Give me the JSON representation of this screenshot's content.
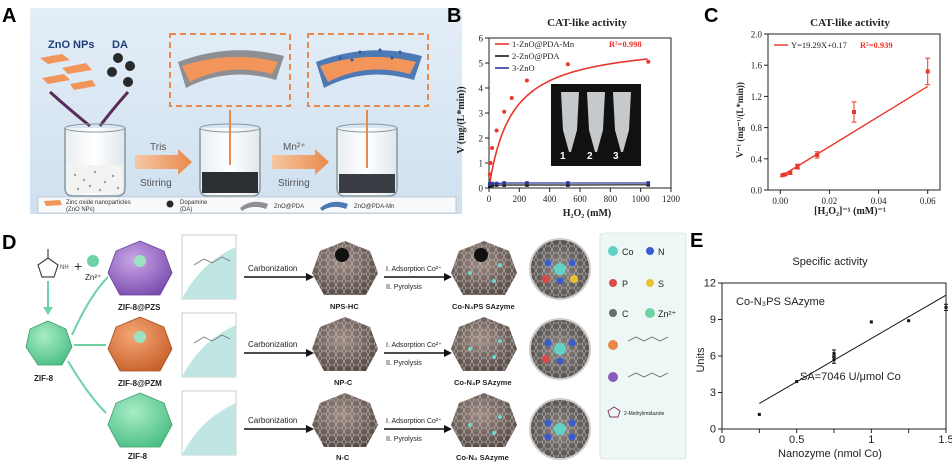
{
  "panels": {
    "A": {
      "letter": "A",
      "zno_label": "ZnO NPs",
      "da_label": "DA",
      "step1_reagent": "Tris",
      "step1_action": "Stirring",
      "step2_reagent": "Mn²⁺",
      "step2_action": "Stirring",
      "legend": [
        {
          "name": "Zinc oxide nanoparticles (ZnO NPs)",
          "line1": "Zinc oxide nanoparticles",
          "line2": "(ZnO NPs)"
        },
        {
          "name": "Dopamine (DA)",
          "line1": "Dopamine",
          "line2": "(DA)"
        },
        {
          "name": "ZnO@PDA",
          "line1": "ZnO@PDA",
          "line2": ""
        },
        {
          "name": "ZnO@PDA-Mn",
          "line1": "ZnO@PDA-Mn",
          "line2": ""
        }
      ]
    },
    "B": {
      "letter": "B",
      "photo_labels": [
        "1",
        "2",
        "3"
      ]
    },
    "C": {
      "letter": "C"
    },
    "D": {
      "letter": "D",
      "zn_label": "Zn²⁺",
      "zif8_label": "ZIF-8",
      "frameworks": [
        "ZIF-8@PZS",
        "ZIF-8@PZM",
        "ZIF-8"
      ],
      "carbonization": "Carbonization",
      "step_adsorption": "I. Adsorption Co²⁺",
      "step_pyrolysis": "II. Pyrolysis",
      "carbons": [
        "NPS-HC",
        "NP-C",
        "N-C"
      ],
      "products": [
        "Co-N₃PS SAzyme",
        "Co-N₃P SAzyme",
        "Co-N₄ SAzyme"
      ],
      "legend_elements": [
        "Co",
        "N",
        "P",
        "S",
        "C",
        "Zn²⁺"
      ],
      "legend_methylimidazole": "2-Methylimidazole"
    },
    "E": {
      "letter": "E"
    }
  },
  "chart_data": [
    {
      "id": "B",
      "type": "line",
      "title": "CAT-like activity",
      "xlabel": "H₂O₂ (mM)",
      "ylabel": "V (mg/(L*min))",
      "xlim": [
        0,
        1200
      ],
      "ylim": [
        0,
        6
      ],
      "xticks": [
        "0",
        "200",
        "400",
        "600",
        "800",
        "1000",
        "1200"
      ],
      "yticks": [
        "0",
        "1",
        "2",
        "3",
        "4",
        "5",
        "6"
      ],
      "legend_position": "top-left",
      "series": [
        {
          "name": "1-ZnO@PDA-Mn",
          "annotation": "R²=0.998",
          "color": "#e8362a",
          "x": [
            5,
            10,
            20,
            50,
            100,
            150,
            250,
            520,
            1050
          ],
          "y": [
            0.55,
            1.0,
            1.6,
            2.3,
            3.05,
            3.6,
            4.3,
            4.95,
            5.05
          ],
          "fit": {
            "vmax": 5.9,
            "km": 150
          }
        },
        {
          "name": "2-ZnO@PDA",
          "color": "#1a1a1a",
          "x": [
            5,
            20,
            50,
            100,
            250,
            520,
            1050
          ],
          "y": [
            0.08,
            0.1,
            0.12,
            0.12,
            0.12,
            0.12,
            0.13
          ]
        },
        {
          "name": "3-ZnO",
          "color": "#2b3a9a",
          "x": [
            5,
            20,
            50,
            100,
            250,
            520,
            1050
          ],
          "y": [
            0.16,
            0.18,
            0.18,
            0.2,
            0.2,
            0.2,
            0.2
          ]
        }
      ]
    },
    {
      "id": "C",
      "type": "scatter",
      "title": "CAT-like activity",
      "xlabel": "[H₂O₂]⁻¹ (mM)⁻¹",
      "ylabel": "V⁻¹ (mg⁻¹/(L*min))",
      "xlim": [
        -0.005,
        0.065
      ],
      "ylim": [
        0,
        2.0
      ],
      "xticks": [
        0,
        0.02,
        0.04,
        0.06
      ],
      "xtick_labels": [
        "0.00",
        "0.02",
        "0.04",
        "0.06"
      ],
      "yticks": [
        0,
        0.4,
        0.8,
        1.2,
        1.6,
        2.0
      ],
      "ytick_labels": [
        "0.0",
        "0.4",
        "0.8",
        "1.2",
        "1.6",
        "2.0"
      ],
      "legend_position": "top-left",
      "series": [
        {
          "name": "Y=19.29X+0.17",
          "annotation": "R²=0.939",
          "color": "#e8362a",
          "x": [
            0.001,
            0.002,
            0.004,
            0.007,
            0.015,
            0.03,
            0.06
          ],
          "y": [
            0.19,
            0.2,
            0.22,
            0.3,
            0.45,
            1.0,
            1.52
          ],
          "err": [
            0.01,
            0.01,
            0.02,
            0.03,
            0.04,
            0.13,
            0.17
          ],
          "fit": {
            "slope": 19.29,
            "intercept": 0.17
          }
        }
      ]
    },
    {
      "id": "E",
      "type": "scatter",
      "title": "Specific activity",
      "xlabel": "Nanozyme (nmol Co)",
      "ylabel": "Units",
      "xlim": [
        0,
        1.5
      ],
      "ylim": [
        0,
        12
      ],
      "xticks": [
        0,
        0.25,
        0.5,
        0.75,
        1.0,
        1.25,
        1.5
      ],
      "xtick_labels": [
        "0",
        "",
        "0.5",
        "",
        "1",
        "",
        "1.5"
      ],
      "yticks": [
        0,
        3,
        6,
        9,
        12
      ],
      "ytick_labels": [
        "0",
        "3",
        "6",
        "9",
        "12"
      ],
      "annotations": [
        "Co-N₃PS SAzyme",
        "SA=7046 U/μmol Co"
      ],
      "series": [
        {
          "name": "",
          "color": "#111111",
          "x": [
            0.25,
            0.5,
            0.75,
            0.75,
            1.0,
            1.25,
            1.5
          ],
          "y": [
            1.2,
            3.9,
            5.7,
            6.2,
            8.8,
            8.9,
            10.0
          ],
          "err": [
            0.05,
            0.05,
            0.3,
            0.3,
            0.05,
            0.05,
            0.25
          ],
          "fit": {
            "x": [
              0.25,
              1.5
            ],
            "y": [
              2.1,
              11.0
            ]
          }
        }
      ]
    }
  ]
}
